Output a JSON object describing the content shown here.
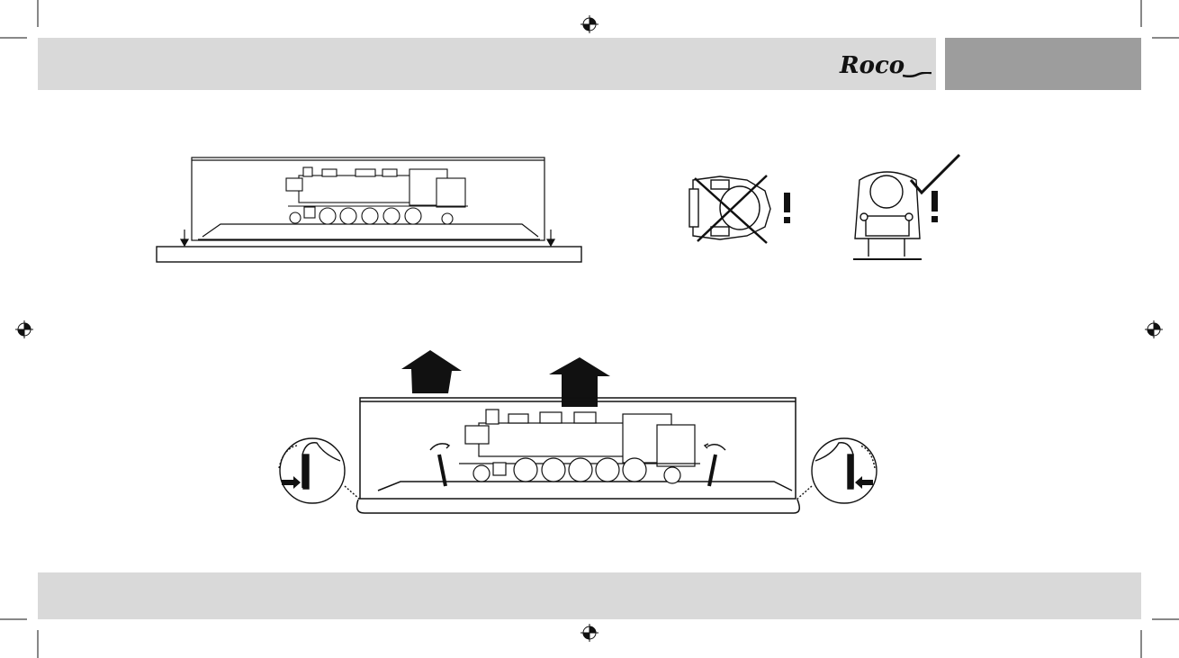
{
  "header": {
    "brand_logo": "Roco",
    "colors": {
      "band": "#d9d9d9",
      "tab": "#9d9d9d"
    }
  },
  "figures": {
    "mounting": {
      "base_arrows": 2
    },
    "orientation": {
      "wrong": {
        "icon": "cross-icon",
        "mark": "!"
      },
      "right": {
        "icon": "checkmark-icon",
        "mark": "!"
      }
    },
    "removal": {
      "lift_arrows": 2,
      "clip_details": 2
    }
  }
}
